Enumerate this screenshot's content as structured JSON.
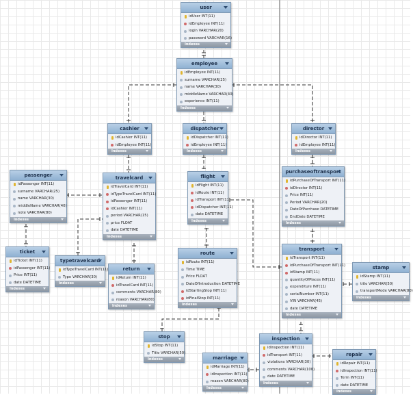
{
  "diagram": {
    "footer_label": "Indexes",
    "tables": [
      {
        "id": "user",
        "name": "user",
        "columns": [
          {
            "name": "idUser INT(11)",
            "key": "pk"
          },
          {
            "name": "idEmployee INT(11)",
            "key": "fk"
          },
          {
            "name": "login VARCHAR(20)",
            "key": "col"
          },
          {
            "name": "password VARCHAR(16)",
            "key": "col"
          }
        ]
      },
      {
        "id": "employee",
        "name": "employee",
        "columns": [
          {
            "name": "idEmployee INT(11)",
            "key": "pk"
          },
          {
            "name": "surname VARCHAR(25)",
            "key": "col"
          },
          {
            "name": "name VARCHAR(30)",
            "key": "col"
          },
          {
            "name": "middleName VARCHAR(40)",
            "key": "col"
          },
          {
            "name": "experience INT(11)",
            "key": "col"
          }
        ]
      },
      {
        "id": "cashier",
        "name": "cashier",
        "columns": [
          {
            "name": "idCashier INT(11)",
            "key": "pk"
          },
          {
            "name": "idEmployee INT(11)",
            "key": "fk"
          }
        ]
      },
      {
        "id": "dispatcher",
        "name": "dispatcher",
        "columns": [
          {
            "name": "idDispatcher INT(11)",
            "key": "pk"
          },
          {
            "name": "idEmployee INT(11)",
            "key": "fk"
          }
        ]
      },
      {
        "id": "director",
        "name": "director",
        "columns": [
          {
            "name": "idDirector INT(11)",
            "key": "pk"
          },
          {
            "name": "idEmployee INT(11)",
            "key": "fk"
          }
        ]
      },
      {
        "id": "passenger",
        "name": "passenger",
        "columns": [
          {
            "name": "idPassenger INT(11)",
            "key": "pk"
          },
          {
            "name": "surname VARCHAR(25)",
            "key": "col"
          },
          {
            "name": "name VARCHAR(30)",
            "key": "col"
          },
          {
            "name": "middleName VARCHAR(40)",
            "key": "col"
          },
          {
            "name": "note VARCHAR(80)",
            "key": "col"
          }
        ]
      },
      {
        "id": "travelcard",
        "name": "travelcard",
        "columns": [
          {
            "name": "idTravelCard INT(11)",
            "key": "pk"
          },
          {
            "name": "idTypeTravelCard INT(11)",
            "key": "fk"
          },
          {
            "name": "idPassenger INT(11)",
            "key": "fk"
          },
          {
            "name": "idCashier INT(11)",
            "key": "fk"
          },
          {
            "name": "period VARCHAR(15)",
            "key": "col"
          },
          {
            "name": "price FLOAT",
            "key": "col"
          },
          {
            "name": "date DATETIME",
            "key": "col"
          }
        ]
      },
      {
        "id": "flight",
        "name": "flight",
        "columns": [
          {
            "name": "idFlight INT(11)",
            "key": "pk"
          },
          {
            "name": "idRoute INT(11)",
            "key": "fk"
          },
          {
            "name": "idTransport INT(11)",
            "key": "fk"
          },
          {
            "name": "idDispatcher INT(11)",
            "key": "fk"
          },
          {
            "name": "date DATETIME",
            "key": "col"
          }
        ]
      },
      {
        "id": "purchaseoftransport",
        "name": "purchaseoftransport",
        "columns": [
          {
            "name": "idPurchaseOfTransport INT(11)",
            "key": "pk"
          },
          {
            "name": "idDirector INT(11)",
            "key": "fk"
          },
          {
            "name": "Price INT(11)",
            "key": "col"
          },
          {
            "name": "Period VARCHAR(20)",
            "key": "col"
          },
          {
            "name": "DateOfPurchase DATETIME",
            "key": "col"
          },
          {
            "name": "EndDate DATETIME",
            "key": "col"
          }
        ]
      },
      {
        "id": "ticket",
        "name": "ticket",
        "columns": [
          {
            "name": "idTicket INT(11)",
            "key": "pk"
          },
          {
            "name": "idPassenger INT(11)",
            "key": "fk"
          },
          {
            "name": "Price INT(11)",
            "key": "col"
          },
          {
            "name": "date DATETIME",
            "key": "col"
          }
        ]
      },
      {
        "id": "typetravelcard",
        "name": "typetravelcard",
        "columns": [
          {
            "name": "idTypeTravelCard INT(11)",
            "key": "pk"
          },
          {
            "name": "Type VARCHAR(30)",
            "key": "col"
          }
        ]
      },
      {
        "id": "return",
        "name": "return",
        "columns": [
          {
            "name": "idReturn INT(11)",
            "key": "pk"
          },
          {
            "name": "idTravelCard INT(11)",
            "key": "fk"
          },
          {
            "name": "comments VARCHAR(80)",
            "key": "col"
          },
          {
            "name": "reason VARCHAR(80)",
            "key": "col"
          }
        ]
      },
      {
        "id": "route",
        "name": "route",
        "columns": [
          {
            "name": "idRoute INT(11)",
            "key": "pk"
          },
          {
            "name": "Time TIME",
            "key": "col"
          },
          {
            "name": "Price FLOAT",
            "key": "col"
          },
          {
            "name": "DateOfIntroduction DATETIME",
            "key": "col"
          },
          {
            "name": "idStartingStop INT(11)",
            "key": "fk"
          },
          {
            "name": "idFinalStop INT(11)",
            "key": "fk"
          }
        ]
      },
      {
        "id": "transport",
        "name": "transport",
        "columns": [
          {
            "name": "idTransport INT(11)",
            "key": "pk"
          },
          {
            "name": "idPurchaseOfTransport INT(11)",
            "key": "fk"
          },
          {
            "name": "idStamp INT(11)",
            "key": "fk"
          },
          {
            "name": "quantityOfPlaces INT(11)",
            "key": "col"
          },
          {
            "name": "expenditure INT(11)",
            "key": "col"
          },
          {
            "name": "serialNumber INT(11)",
            "key": "col"
          },
          {
            "name": "VIN VARCHAR(45)",
            "key": "col"
          },
          {
            "name": "date DATETIME",
            "key": "col"
          }
        ]
      },
      {
        "id": "stamp",
        "name": "stamp",
        "columns": [
          {
            "name": "idStamp INT(11)",
            "key": "pk"
          },
          {
            "name": "title VARCHAR(50)",
            "key": "col"
          },
          {
            "name": "transportMode VARCHAR(80)",
            "key": "col"
          }
        ]
      },
      {
        "id": "stop",
        "name": "stop",
        "columns": [
          {
            "name": "idStop INT(11)",
            "key": "pk"
          },
          {
            "name": "Title VARCHAR(50)",
            "key": "col"
          }
        ]
      },
      {
        "id": "inspection",
        "name": "inspection",
        "columns": [
          {
            "name": "idInspection INT(11)",
            "key": "pk"
          },
          {
            "name": "idTransport INT(11)",
            "key": "fk"
          },
          {
            "name": "violations VARCHAR(30)",
            "key": "col"
          },
          {
            "name": "comments VARCHAR(100)",
            "key": "col"
          },
          {
            "name": "date DATETIME",
            "key": "col"
          }
        ]
      },
      {
        "id": "marriage",
        "name": "marriage",
        "columns": [
          {
            "name": "idMarriage INT(11)",
            "key": "pk"
          },
          {
            "name": "idInspection INT(11)",
            "key": "fk"
          },
          {
            "name": "reason VARCHAR(80)",
            "key": "col"
          }
        ]
      },
      {
        "id": "repair",
        "name": "repair",
        "columns": [
          {
            "name": "idRepair INT(11)",
            "key": "pk"
          },
          {
            "name": "idInspection INT(11)",
            "key": "fk"
          },
          {
            "name": "Term INT(11)",
            "key": "col"
          },
          {
            "name": "date DATETIME",
            "key": "col"
          }
        ]
      }
    ],
    "relations": [
      {
        "from": "employee",
        "to": "user"
      },
      {
        "from": "employee",
        "to": "cashier"
      },
      {
        "from": "employee",
        "to": "dispatcher"
      },
      {
        "from": "employee",
        "to": "director"
      },
      {
        "from": "cashier",
        "to": "travelcard"
      },
      {
        "from": "dispatcher",
        "to": "flight"
      },
      {
        "from": "director",
        "to": "purchaseoftransport"
      },
      {
        "from": "passenger",
        "to": "ticket"
      },
      {
        "from": "passenger",
        "to": "travelcard"
      },
      {
        "from": "typetravelcard",
        "to": "travelcard"
      },
      {
        "from": "travelcard",
        "to": "return"
      },
      {
        "from": "route",
        "to": "flight"
      },
      {
        "from": "transport",
        "to": "flight"
      },
      {
        "from": "purchaseoftransport",
        "to": "transport"
      },
      {
        "from": "stamp",
        "to": "transport"
      },
      {
        "from": "stop",
        "to": "route"
      },
      {
        "from": "transport",
        "to": "inspection"
      },
      {
        "from": "inspection",
        "to": "marriage"
      },
      {
        "from": "inspection",
        "to": "repair"
      }
    ]
  }
}
